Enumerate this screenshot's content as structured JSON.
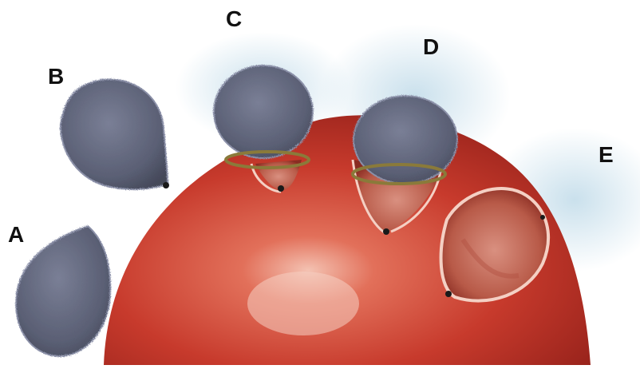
{
  "labels": {
    "a": "A",
    "b": "B",
    "c": "C",
    "d": "D",
    "e": "E"
  },
  "colors": {
    "cell_red": "#c73a2c",
    "cell_dark_red": "#8f1e18",
    "cell_highlight": "#f2b6a6",
    "parasite_purple": "#5e6378",
    "parasite_edge": "#8b90a8",
    "collar_gold": "#8a7a3a",
    "pit_flesh": "#d88a70",
    "haze_blue": "#b8d6e6"
  }
}
